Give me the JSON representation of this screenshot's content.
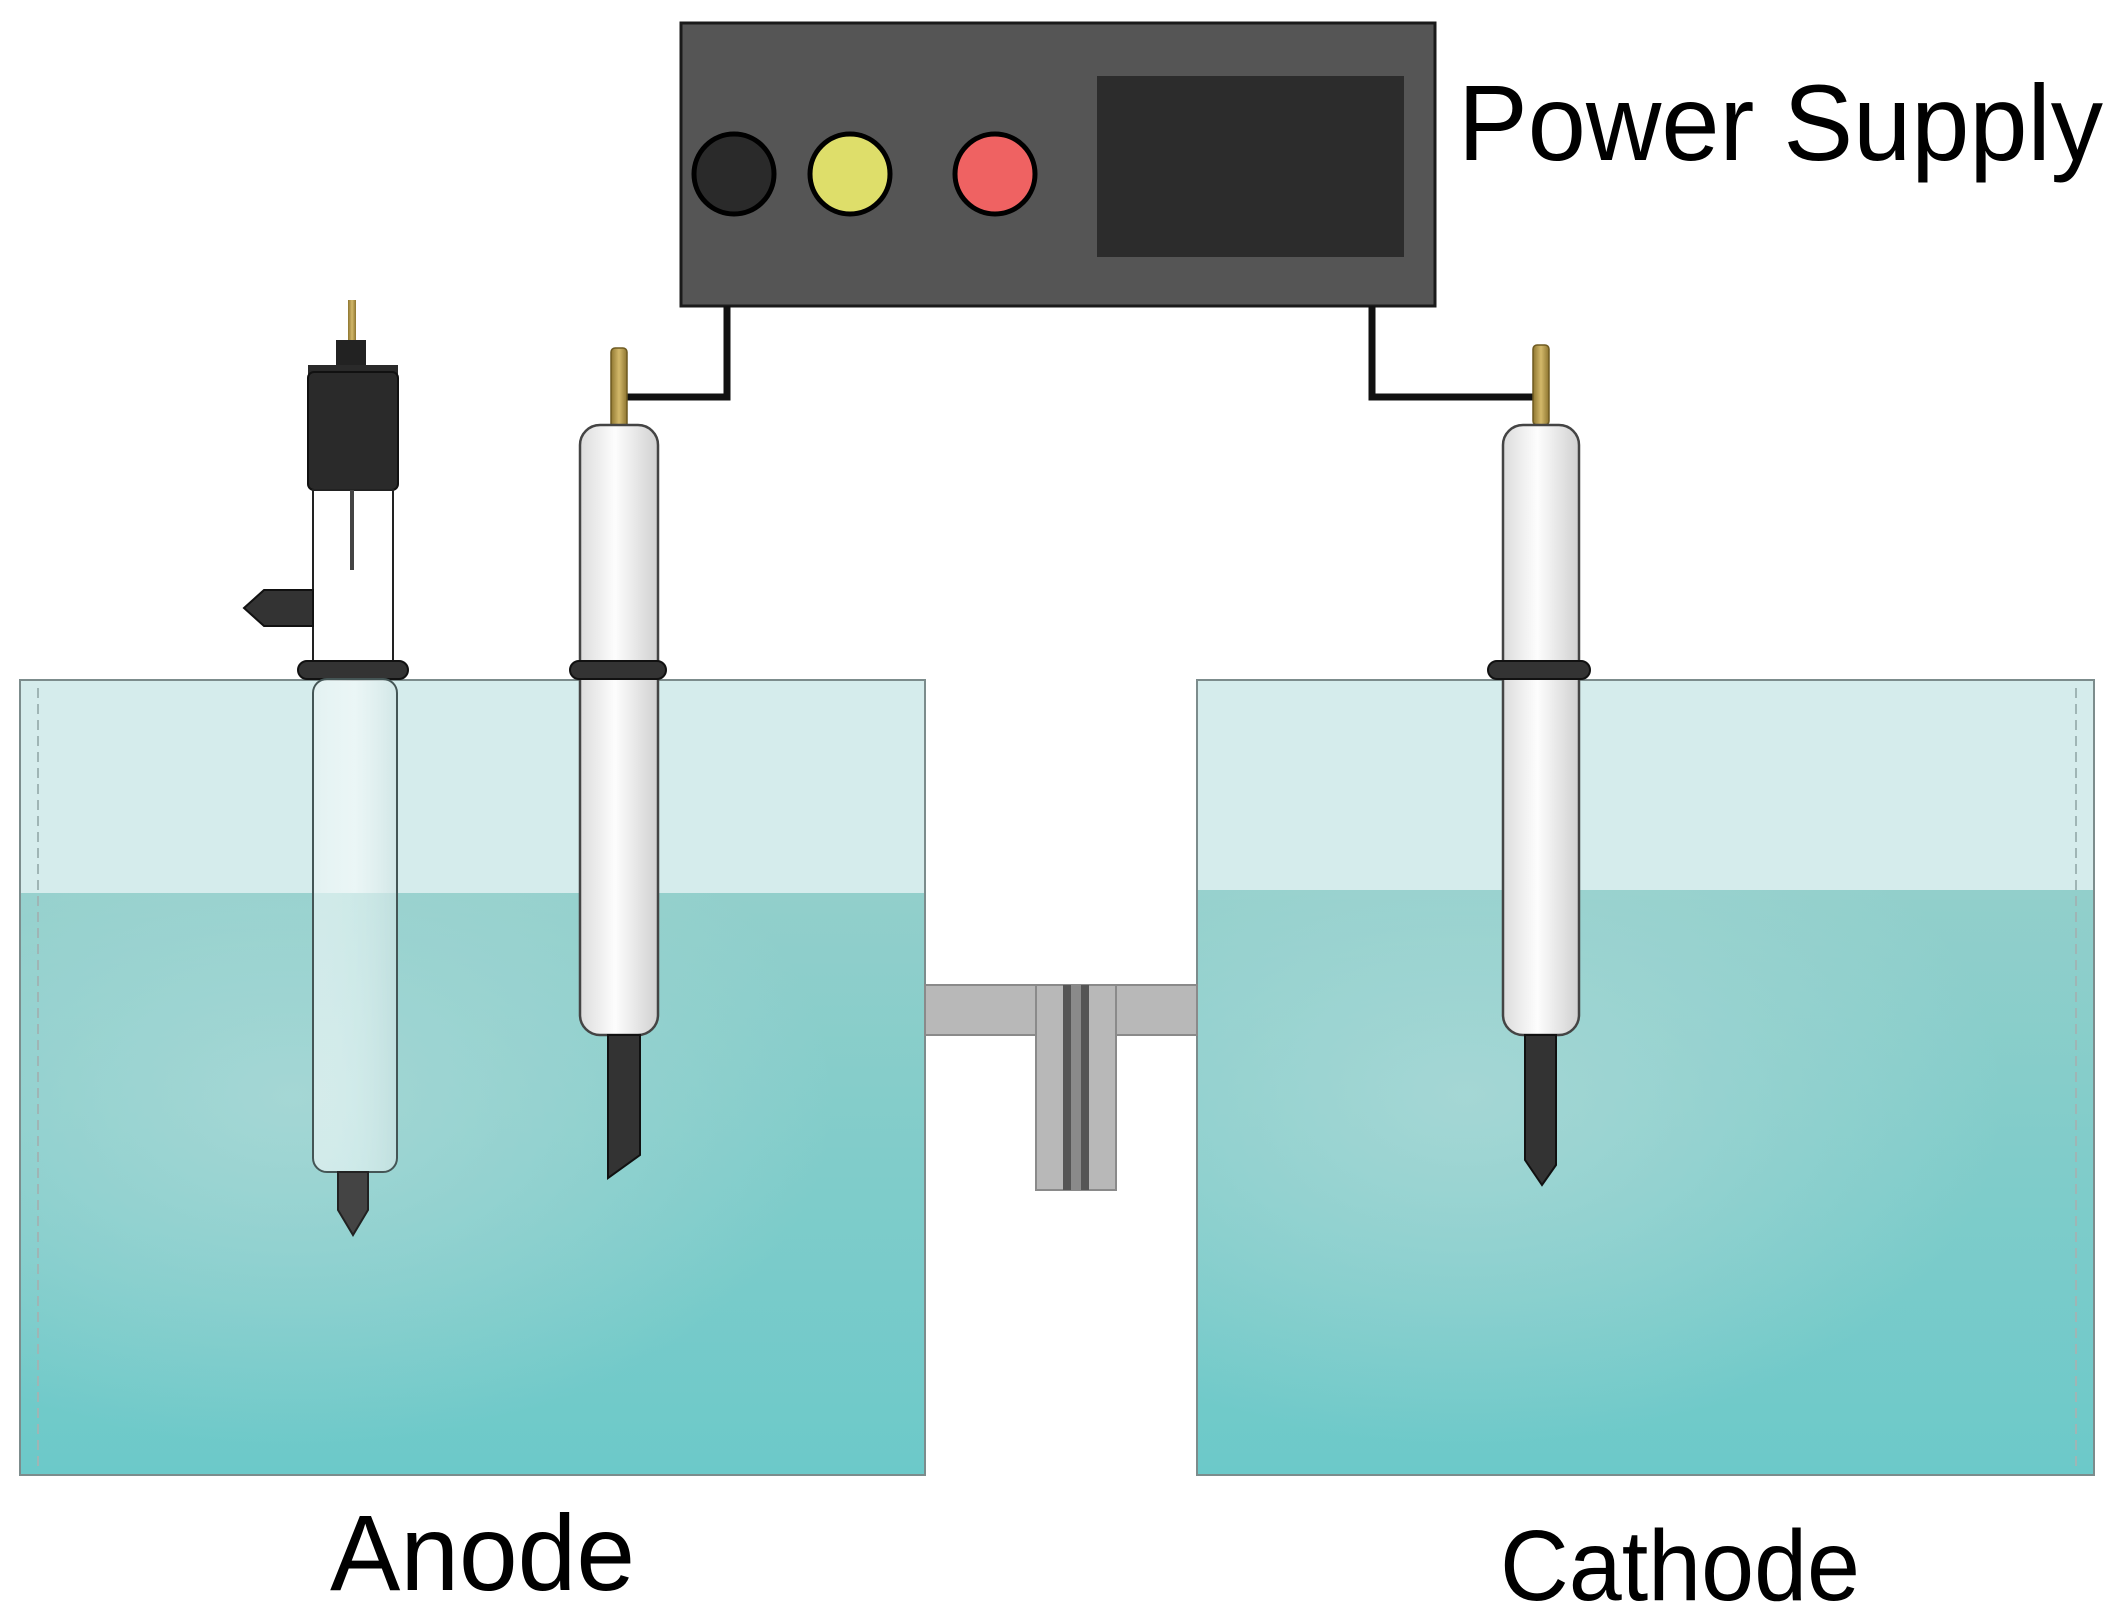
{
  "labels": {
    "power_supply": "Power Supply",
    "anode": "Anode",
    "cathode": "Cathode"
  },
  "power_supply": {
    "knobs": [
      {
        "name": "black-knob",
        "color": "#2a2a2a"
      },
      {
        "name": "yellow-knob",
        "color": "#dede6a"
      },
      {
        "name": "red-knob",
        "color": "#ef6262"
      }
    ],
    "body_color": "#555555",
    "display_color": "#2c2c2c"
  },
  "colors": {
    "solution_top": "#d4ecec",
    "solution_bottom": "#6cc9c9",
    "electrode_body": "#f2f2f2",
    "electrode_tip": "#333333",
    "brass_pin": "#b59b4a",
    "bridge": "#b8b8b8",
    "wire": "#111111"
  }
}
